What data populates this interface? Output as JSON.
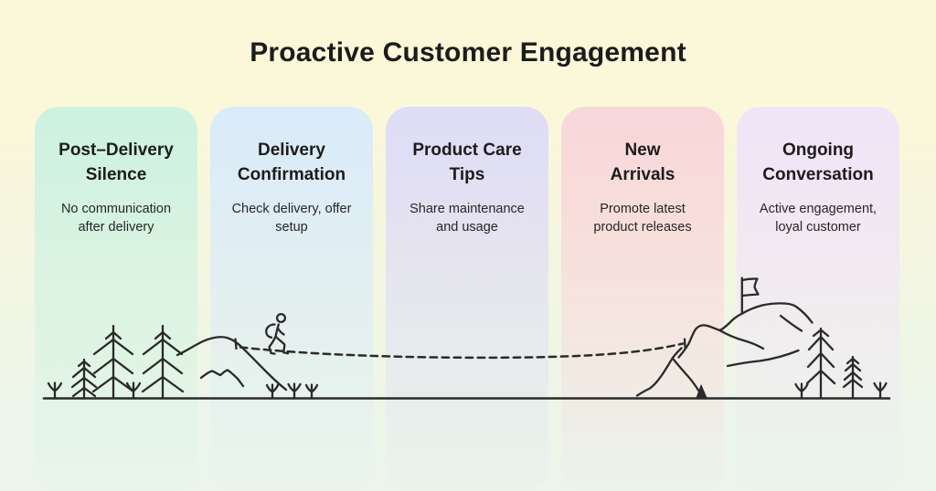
{
  "title": "Proactive Customer Engagement",
  "cards": [
    {
      "title": "Post–Delivery\nSilence",
      "description": "No communication\nafter delivery",
      "color": "#cdf2e0"
    },
    {
      "title": "Delivery\nConfirmation",
      "description": "Check delivery, offer\nsetup",
      "color": "#d9ebfa"
    },
    {
      "title": "Product Care\nTips",
      "description": "Share maintenance\nand usage",
      "color": "#dedcf6"
    },
    {
      "title": "New\nArrivals",
      "description": "Promote latest\nproduct releases",
      "color": "#f8d7da"
    },
    {
      "title": "Ongoing\nConversation",
      "description": "Active engagement,\nloyal customer",
      "color": "#f0e4f8"
    }
  ],
  "illustration": {
    "description": "hand-drawn journey scene: forest and small hill with hiker, dashed path leading to mountain summit with flag",
    "elements": [
      {
        "name": "pine-tree-icon",
        "count": 5
      },
      {
        "name": "shrub-icon",
        "count": 7
      },
      {
        "name": "hiker-icon",
        "count": 1
      },
      {
        "name": "hill-icon",
        "count": 1
      },
      {
        "name": "dashed-path-icon",
        "count": 1
      },
      {
        "name": "mountain-summit-icon",
        "count": 1
      },
      {
        "name": "flag-icon",
        "count": 1
      },
      {
        "name": "ground-line",
        "count": 1
      }
    ]
  },
  "colors": {
    "background_top": "#fbf7d9",
    "background_bottom": "#ebf5ea",
    "line_art": "#2a2a2a",
    "text_primary": "#1c1c1c"
  }
}
